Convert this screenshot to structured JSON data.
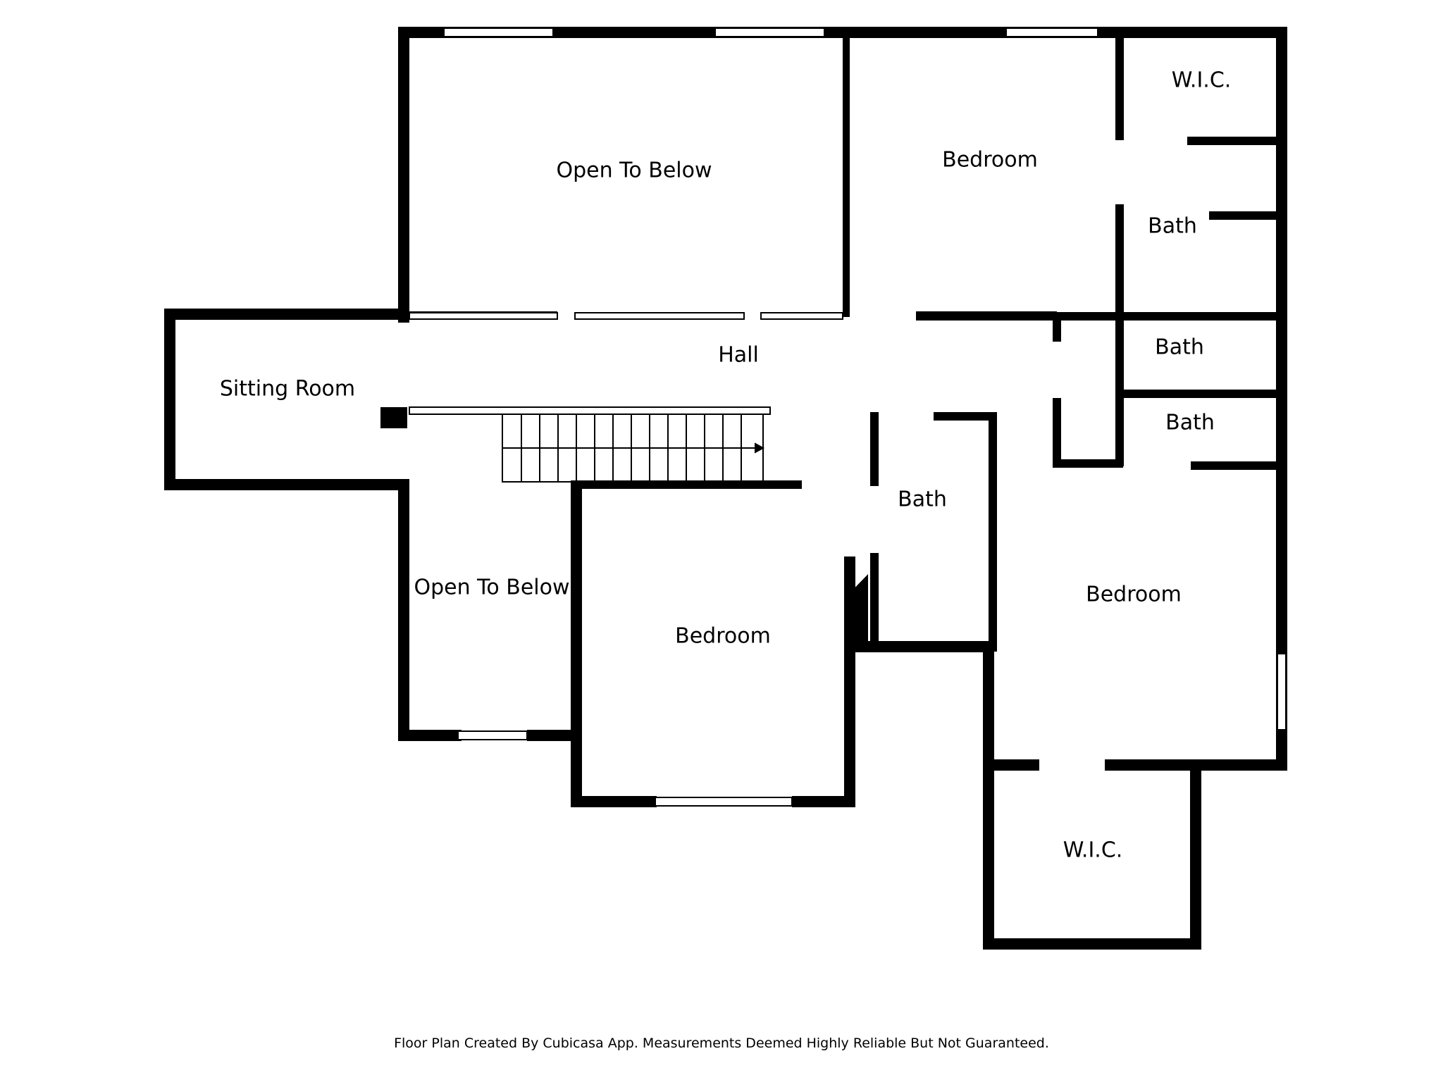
{
  "rooms": {
    "open_to_below_top": "Open To Below",
    "bedroom_top": "Bedroom",
    "wic_top": "W.I.C.",
    "bath_top": "Bath",
    "bath_mid": "Bath",
    "bath_small": "Bath",
    "hall": "Hall",
    "sitting_room": "Sitting Room",
    "open_to_below_bottom": "Open To Below",
    "bedroom_center": "Bedroom",
    "bath_center": "Bath",
    "bedroom_right": "Bedroom",
    "wic_bottom": "W.I.C."
  },
  "footer": "Floor Plan Created By Cubicasa App. Measurements Deemed Highly Reliable But Not Guaranteed."
}
